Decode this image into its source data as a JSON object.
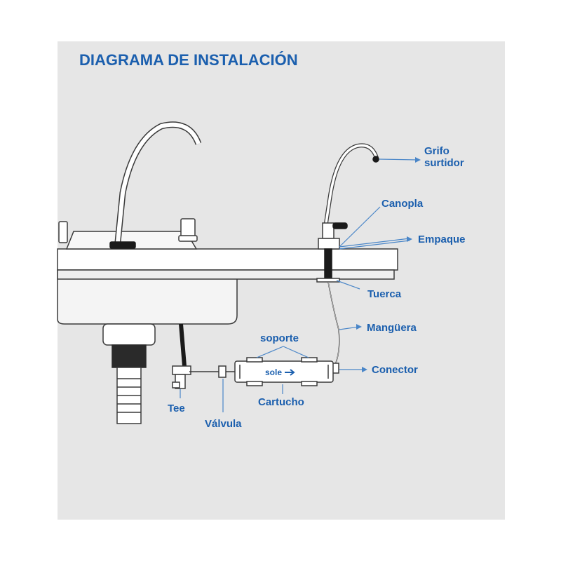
{
  "title": "DIAGRAMA DE INSTALACIÓN",
  "labels": {
    "grifo_line1": "Grifo",
    "grifo_line2": "surtidor",
    "canopla": "Canopla",
    "empaque": "Empaque",
    "tuerca": "Tuerca",
    "manguera": "Mangüera",
    "soporte": "soporte",
    "conector": "Conector",
    "cartucho": "Cartucho",
    "tee": "Tee",
    "valvula": "Válvula"
  },
  "brand": "sole",
  "colors": {
    "accent": "#1b5fae",
    "leader": "#4a86c8",
    "panel": "#e6e6e6",
    "outline": "#3a3a3a"
  }
}
